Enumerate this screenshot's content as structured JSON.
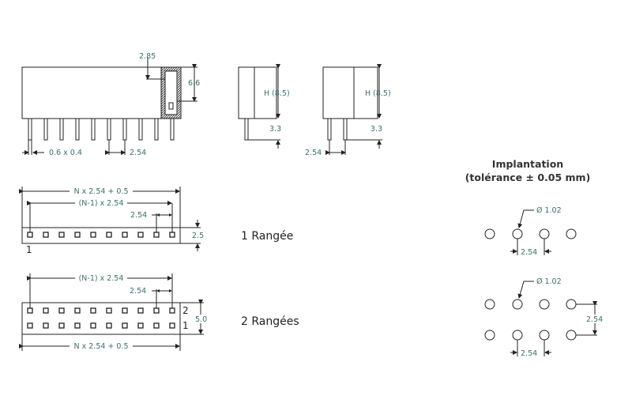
{
  "front_view": {
    "dim_top": "2.85",
    "dim_height": "6.6",
    "dim_pin": "0.6 x 0.4",
    "dim_pitch": "2.54",
    "pin_count": 10
  },
  "side_view_1": {
    "dim_height": "H (8.5)",
    "dim_pin": "3.3"
  },
  "side_view_2": {
    "dim_height": "H (8.5)",
    "dim_pin": "3.3",
    "dim_pitch": "2.54"
  },
  "top_1row": {
    "dim_total": "N x 2.54 + 0.5",
    "dim_span": "(N-1) x 2.54",
    "dim_pitch": "2.54",
    "dim_width": "2.5",
    "pin1_label": "1",
    "title": "1 Rangée"
  },
  "top_2row": {
    "dim_total": "N x 2.54 + 0.5",
    "dim_span": "(N-1) x 2.54",
    "dim_pitch": "2.54",
    "dim_width": "5.0",
    "row2_label": "2",
    "row1_label": "1",
    "title": "2 Rangées"
  },
  "implantation": {
    "title_line1": "Implantation",
    "title_line2": "(tolérance ± 0.05 mm)",
    "single": {
      "hole_dim": "Ø 1.02",
      "pitch": "2.54"
    },
    "double": {
      "hole_dim": "Ø 1.02",
      "pitch": "2.54",
      "row_pitch": "2.54"
    }
  }
}
